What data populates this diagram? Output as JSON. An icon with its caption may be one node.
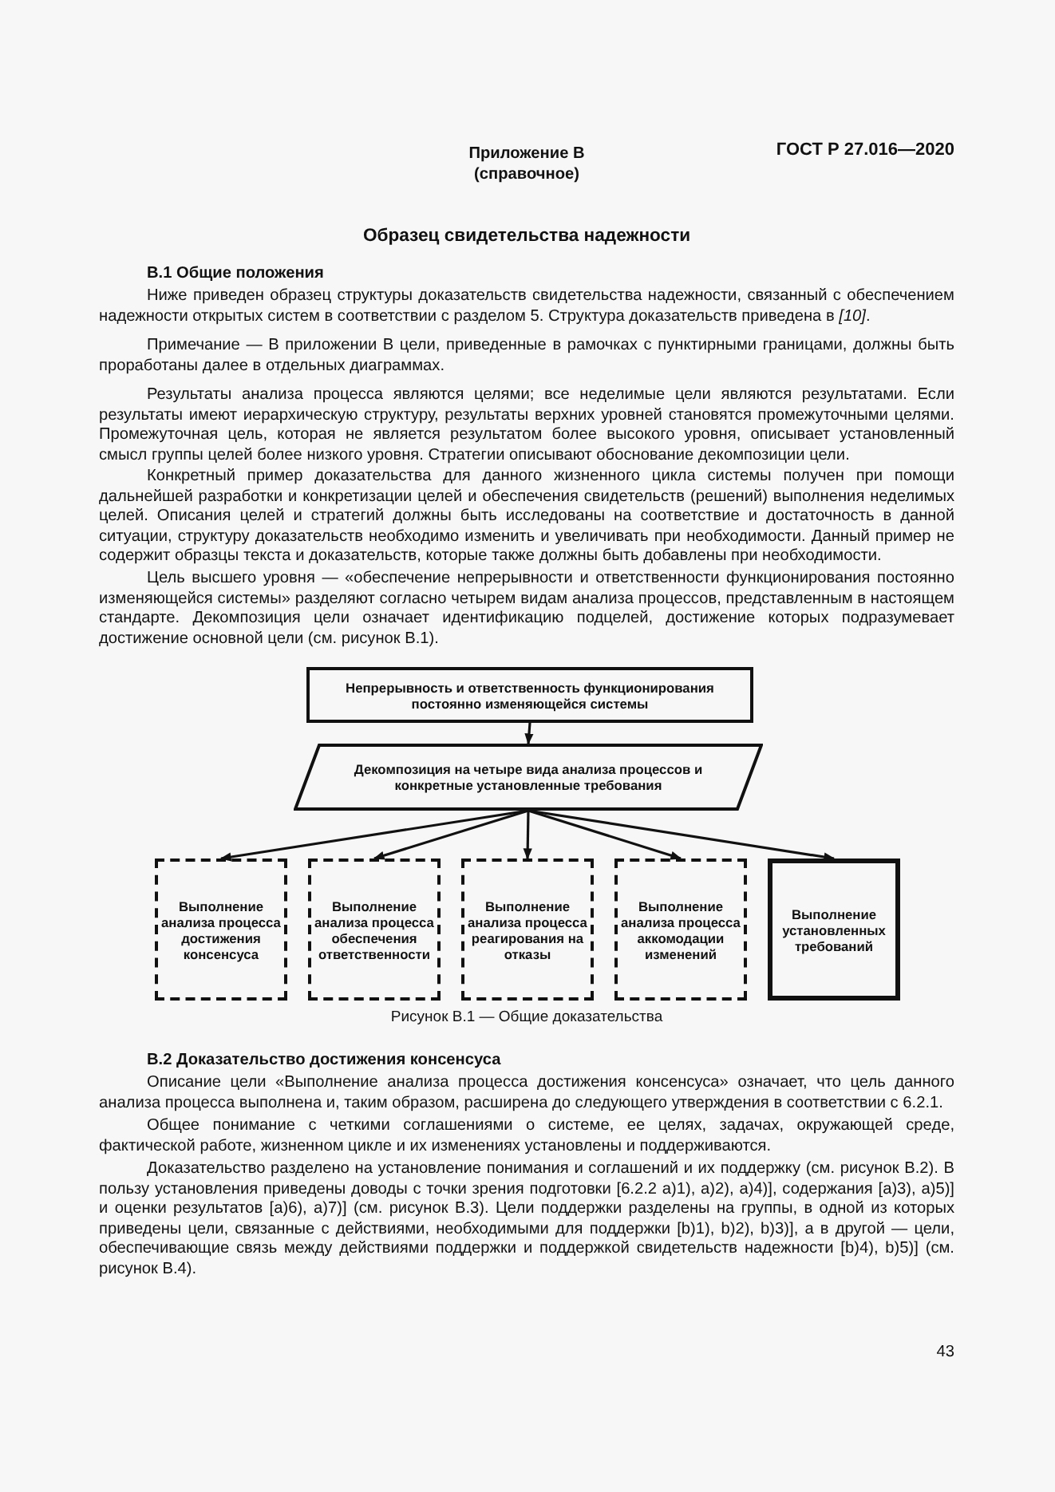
{
  "diagram": {
    "caption": "Рисунок В.1 — Общие доказательства",
    "nodes": [
      {
        "text": [
          "Непрерывность и ответственность функционирования постоянно изменяющейся системы"
        ]
      },
      {
        "text": [
          "Декомпозиция на четыре вида анализа процессов и конкретные установленные требования"
        ]
      },
      {
        "text": [
          "Выполнение анализа процесса достижения консенсуса"
        ]
      },
      {
        "text": [
          "Выполнение анализа процесса обеспечения ответственности"
        ]
      },
      {
        "text": [
          "Выполнение анализа процесса реагирования на отказы"
        ]
      },
      {
        "text": [
          "Выполнение анализа процесса аккомодации изменений"
        ]
      },
      {
        "text": [
          "Выполнение установленных требований"
        ]
      }
    ],
    "edges": [
      {
        "from": 0,
        "to": 1,
        "arrow": "to"
      },
      {
        "from": 1,
        "to": 2,
        "arrow": "to"
      },
      {
        "from": 1,
        "to": 3,
        "arrow": "to"
      },
      {
        "from": 1,
        "to": 4,
        "arrow": "to"
      },
      {
        "from": 1,
        "to": 5,
        "arrow": "to"
      },
      {
        "from": 1,
        "to": 6,
        "arrow": "to"
      }
    ],
    "labels": [
      "ГОСТ Р 27.016—2020",
      "Приложение В",
      "(справочное)",
      "Образец свидетельства надежности",
      "В.1 Общие положения",
      "Ниже приведен образец структуры доказательств свидетельства надежности, связанный с обеспечением надежности открытых систем в соответствии с разделом 5. Структура доказательств приведена в *[10]*.",
      "Примечание — В приложении В цели, приведенные в рамочках с пунктирными границами, должны быть проработаны далее в отдельных диаграммах.",
      "Результаты анализа процесса являются целями; все неделимые цели являются результатами. Если результаты имеют иерархическую структуру, результаты верхних уровней становятся промежуточными целями. Промежуточная цель, которая не является результатом более высокого уровня, описывает установленный смысл группы целей более низкого уровня. Стратегии описывают обоснование декомпозиции цели.",
      "Конкретный пример доказательства для данного жизненного цикла системы получен при помощи дальнейшей разработки и конкретизации целей и обеспечения свидетельств (решений) выполнения неделимых целей. Описания целей и стратегий должны быть исследованы на соответствие и достаточность в данной ситуации, структуру доказательств необходимо изменить и увеличивать при необходимости. Данный пример не содержит образцы текста и доказательств, которые также должны быть добавлены при необходимости.",
      "Цель высшего уровня — «обеспечение непрерывности и ответственности функционирования постоянно изменяющейся системы» разделяют согласно четырем видам анализа процессов, представленным в настоящем стандарте. Декомпозиция цели означает идентификацию подцелей, достижение которых подразумевает достижение основной цели (см. рисунок В.1).",
      "В.2 Доказательство достижения консенсуса",
      "Описание цели «Выполнение анализа процесса достижения консенсуса» означает, что цель данного анализа процесса выполнена и, таким образом, расширена до следующего утверждения в соответствии с 6.2.1.",
      "Общее понимание с четкими соглашениями о системе, ее целях, задачах, окружающей среде, фактической работе, жизненном цикле и их изменениях установлены и поддерживаются.",
      "Доказательство разделено на установление понимания и соглашений и их поддержку (см. рисунок В.2). В пользу установления приведены доводы с точки зрения подготовки [6.2.2 а)1), а)2), а)4)], содержания [а)3), а)5)] и оценки результатов [а)6), а)7)] (см. рисунок В.3). Цели поддержки разделены на группы, в одной из которых приведены цели, связанные с действиями, необходимыми для поддержки [b)1), b)2), b)3)], а в другой — цели, обеспечивающие связь между действиями поддержки и поддержкой свидетельств надежности [b)4), b)5)] (см. рисунок В.4).",
      "43"
    ]
  }
}
